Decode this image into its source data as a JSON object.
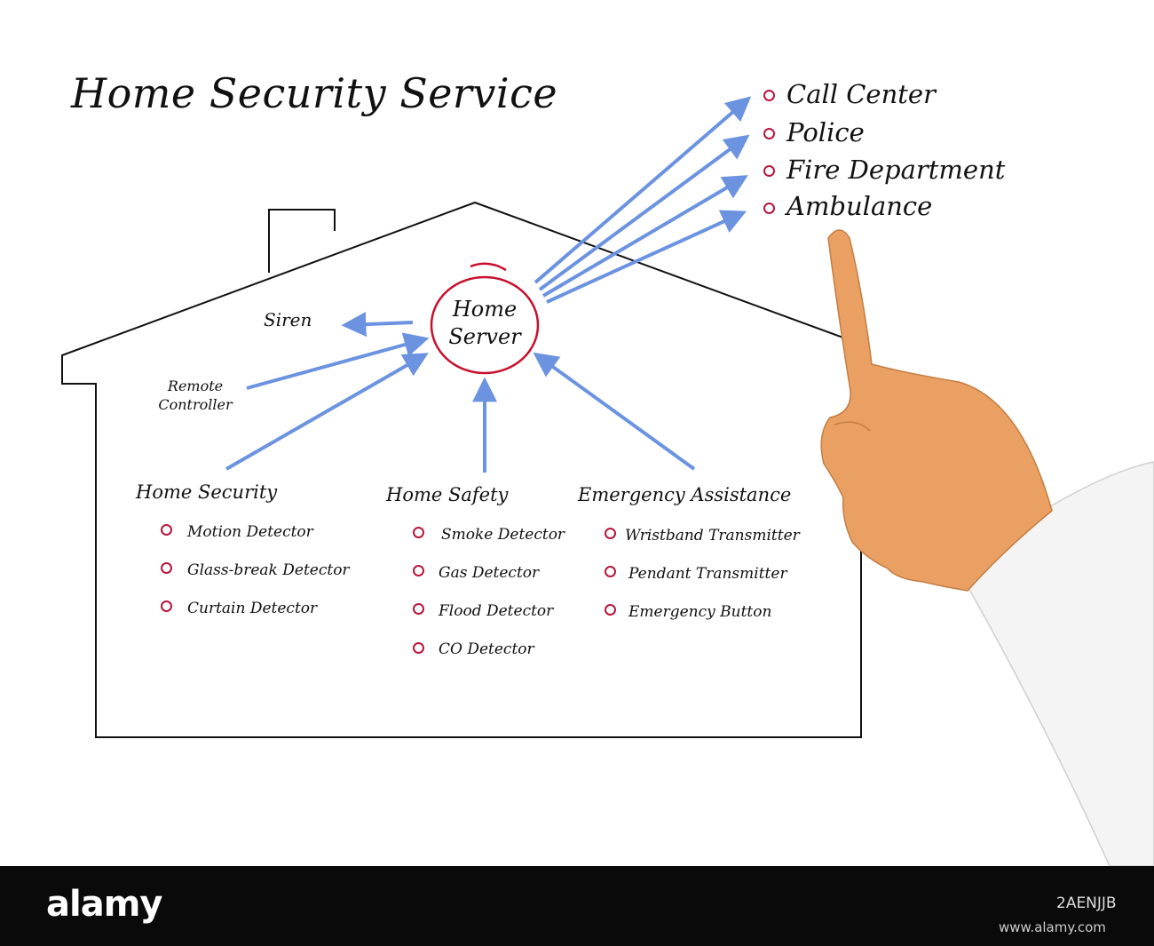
{
  "title": "Home Security Service",
  "center": {
    "line1": "Home",
    "line2": "Server"
  },
  "outputs": {
    "siren": "Siren",
    "remote": {
      "line1": "Remote",
      "line2": "Controller"
    }
  },
  "destinations": [
    "Call Center",
    "Police",
    "Fire Department",
    "Ambulance"
  ],
  "categories": [
    {
      "name": "Home Security",
      "items": [
        "Motion Detector",
        "Glass-break Detector",
        "Curtain Detector"
      ]
    },
    {
      "name": "Home Safety",
      "items": [
        "Smoke Detector",
        "Gas Detector",
        "Flood Detector",
        "CO Detector"
      ]
    },
    {
      "name": "Emergency Assistance",
      "items": [
        "Wristband Transmitter",
        "Pendant Transmitter",
        "Emergency Button"
      ]
    }
  ],
  "colors": {
    "arrow": "#6b93e0",
    "bullet": "#b5173d",
    "circle": "#c8102e",
    "outline": "#111111",
    "skin": "#eaa063",
    "sleeve": "#f4f4f4"
  },
  "footer": {
    "brand": "alamy",
    "image_id": "2AENJJB",
    "url": "www.alamy.com"
  }
}
